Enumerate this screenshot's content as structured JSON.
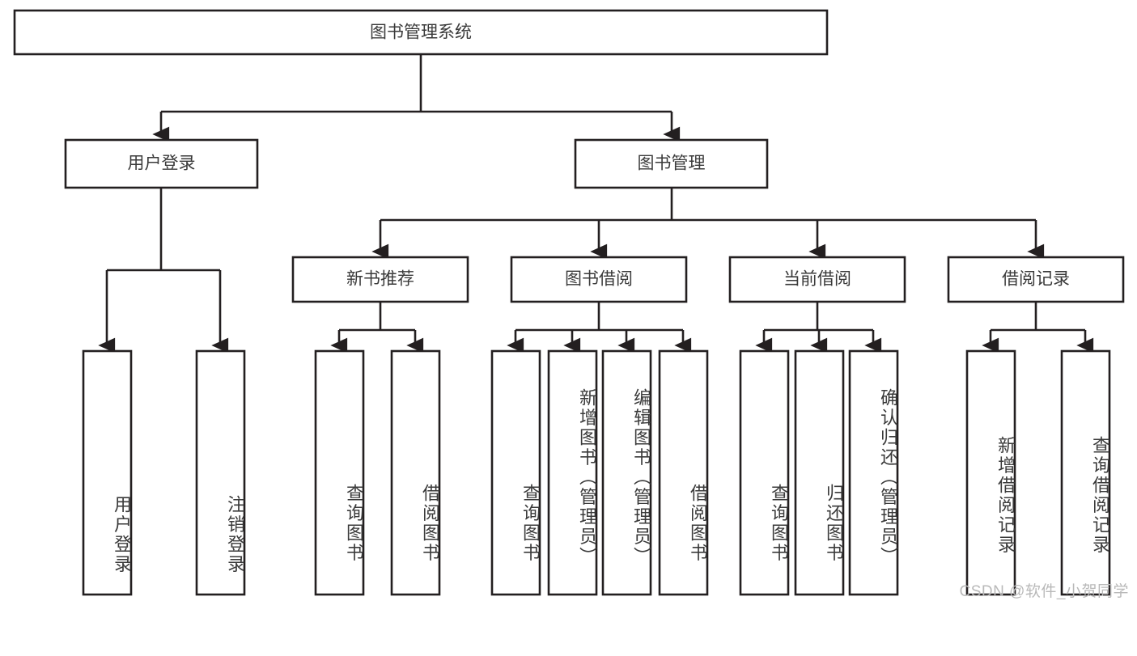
{
  "diagram": {
    "type": "tree-hierarchy-chart",
    "title": "图书管理系统",
    "orientation": "top-down",
    "colors": {
      "box_fill": "#ffffff",
      "box_stroke": "#231f20",
      "connector": "#231f20",
      "text": "#3a3a3a",
      "watermark": "#b9b9b9",
      "background": "#ffffff"
    },
    "root": {
      "label": "图书管理系统"
    },
    "level2": [
      {
        "label": "用户登录"
      },
      {
        "label": "图书管理"
      }
    ],
    "level3": [
      {
        "label": "新书推荐"
      },
      {
        "label": "图书借阅"
      },
      {
        "label": "当前借阅"
      },
      {
        "label": "借阅记录"
      }
    ],
    "leaves": {
      "user_login": [
        {
          "label": "用户登录"
        },
        {
          "label": "注销登录"
        }
      ],
      "new_book_recommend": [
        {
          "label": "查询图书"
        },
        {
          "label": "借阅图书"
        }
      ],
      "book_borrow": [
        {
          "label": "查询图书"
        },
        {
          "label": "新增图书（管理员）"
        },
        {
          "label": "编辑图书（管理员）"
        },
        {
          "label": "借阅图书"
        }
      ],
      "current_borrow": [
        {
          "label": "查询图书"
        },
        {
          "label": "归还图书"
        },
        {
          "label": "确认归还（管理员）"
        }
      ],
      "borrow_record": [
        {
          "label": "新增借阅记录"
        },
        {
          "label": "查询借阅记录"
        }
      ]
    },
    "watermark": "CSDN @软件_小贺同学"
  }
}
